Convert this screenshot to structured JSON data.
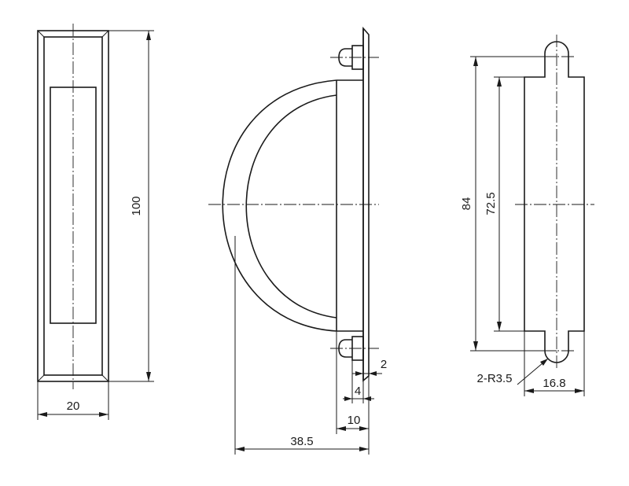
{
  "views": {
    "front": {
      "width_label": "20",
      "height_label": "100"
    },
    "side": {
      "depth_label": "38.5",
      "flange_label": "10",
      "stud_label": "4",
      "plate_label": "2"
    },
    "back": {
      "overall_label": "84",
      "pitch_label": "72.5",
      "width_label": "16.8",
      "radius_label": "2-R3.5"
    }
  }
}
